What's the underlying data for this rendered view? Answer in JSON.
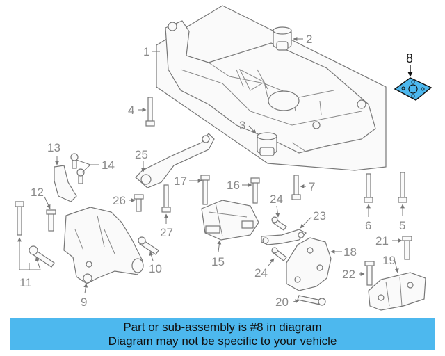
{
  "callouts": [
    "1",
    "2",
    "3",
    "4",
    "5",
    "6",
    "7",
    "8",
    "9",
    "10",
    "11",
    "12",
    "13",
    "14",
    "15",
    "16",
    "17",
    "18",
    "19",
    "20",
    "21",
    "22",
    "23",
    "24",
    "24",
    "25",
    "26",
    "27"
  ],
  "highlighted_part": "8",
  "banner": {
    "line1": "Part or sub-assembly is #8 in diagram",
    "line2": "Diagram may not be specific to your vehicle"
  },
  "colors": {
    "banner": "#4db8ee",
    "highlight_fill": "#4db8ee",
    "line": "#777777"
  }
}
